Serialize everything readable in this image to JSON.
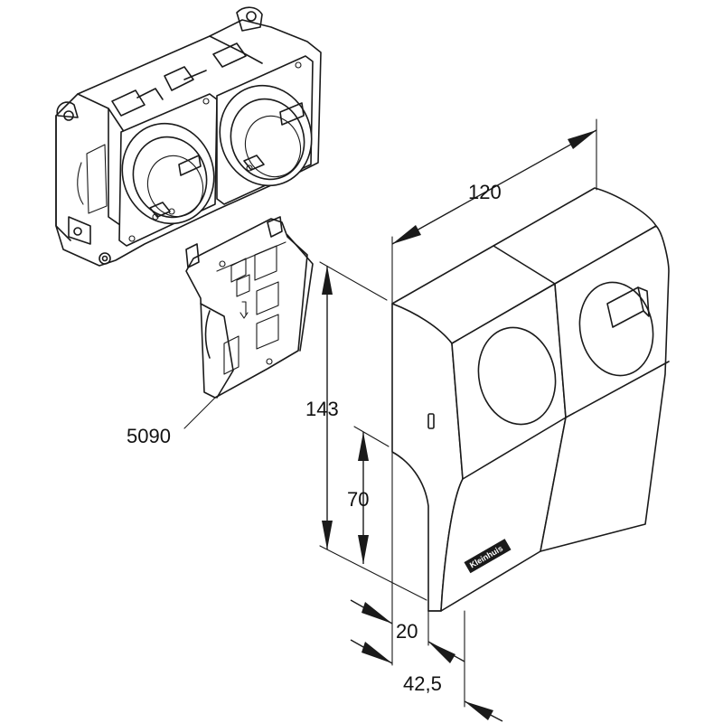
{
  "dimensions": {
    "width_label": "120",
    "height_label": "143",
    "inner_height_label": "70",
    "depth_front_label": "20",
    "depth_total_label": "42,5"
  },
  "parts": {
    "clip_label": "5090"
  },
  "housing": {
    "brand": "Kleinhuis"
  },
  "colors": {
    "line": "#1a1a1a",
    "background": "#ffffff"
  }
}
